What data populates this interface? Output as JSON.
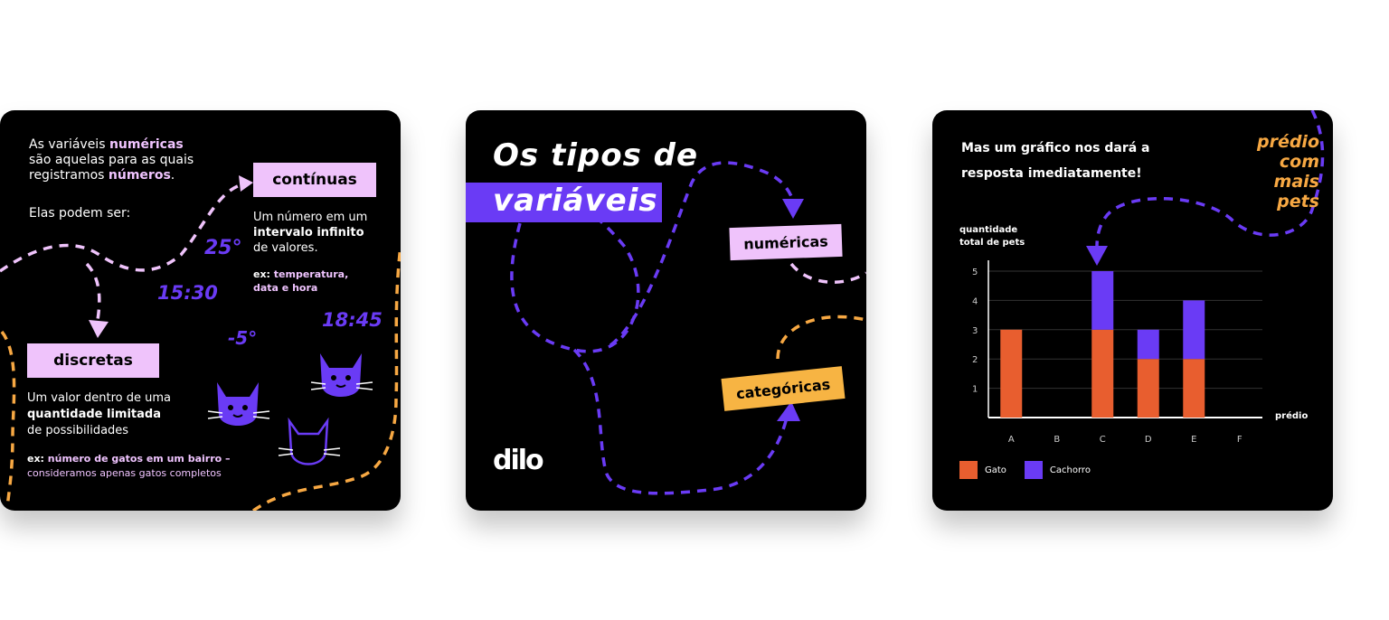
{
  "colors": {
    "background": "#000000",
    "lilac": "#efc3fb",
    "purple": "#6a3bf5",
    "orange": "#f7a843",
    "bar_gato": "#e85e2f",
    "bar_cachorro": "#6a3bf5",
    "white": "#ffffff"
  },
  "card1": {
    "intro_part1": "As variáveis ",
    "intro_highlight1": "numéricas",
    "intro_part2": "são aquelas para as quais",
    "intro_part3": "registramos ",
    "intro_highlight2": "números",
    "intro_part4": ".",
    "elas_podem_ser": "Elas podem ser:",
    "continuas": {
      "label": "contínuas",
      "desc_line1": "Um número em um",
      "desc_bold": "intervalo infinito",
      "desc_line3": "de valores.",
      "example_prefix": "ex: ",
      "example_line1": "temperatura,",
      "example_line2": "data e hora"
    },
    "discretas": {
      "label": "discretas",
      "desc_line1": "Um valor dentro de uma",
      "desc_bold": "quantidade limitada",
      "desc_line3": "de possibilidades",
      "example_prefix": "ex: ",
      "example_bold": "número de gatos em um bairro –",
      "example_rest": "consideramos apenas gatos completos"
    },
    "scribbles": [
      "25°",
      "15:30",
      "18:45",
      "-5°"
    ],
    "icons": [
      "cat-face-filled-icon",
      "cat-face-filled-icon",
      "cat-face-outline-icon"
    ]
  },
  "card2": {
    "title_line1": "Os tipos de",
    "title_line2": "variáveis",
    "tag_numericas": "numéricas",
    "tag_categoricas": "categóricas",
    "logo": "dilo"
  },
  "card3": {
    "heading_line1": "Mas um gráfico nos dará a",
    "heading_line2": "resposta imediatamente!",
    "annotation_lines": [
      "prédio",
      "com",
      "mais",
      "pets"
    ],
    "chart_data": {
      "type": "bar",
      "stacked": true,
      "categories": [
        "A",
        "B",
        "C",
        "D",
        "E",
        "F"
      ],
      "series": [
        {
          "name": "Gato",
          "color": "#e85e2f",
          "values": [
            3,
            0,
            3,
            2,
            2,
            0
          ]
        },
        {
          "name": "Cachorro",
          "color": "#6a3bf5",
          "values": [
            0,
            0,
            2,
            1,
            2,
            0
          ]
        }
      ],
      "ylabel_line1": "quantidade",
      "ylabel_line2": "total de pets",
      "xlabel": "prédio",
      "yticks": [
        1,
        2,
        3,
        4,
        5
      ],
      "ylim": [
        0,
        5
      ],
      "grid": true,
      "legend_position": "bottom-left"
    }
  }
}
